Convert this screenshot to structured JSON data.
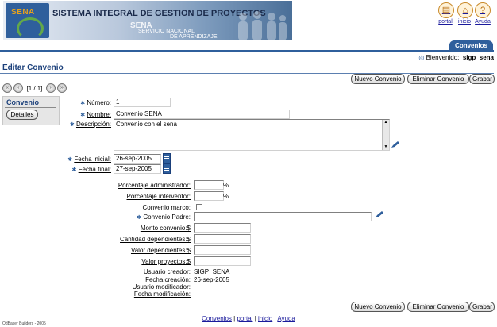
{
  "header": {
    "logo_text": "SENA",
    "app_title": "SISTEMA INTEGRAL DE GESTION DE PROYECTOS",
    "sub_brand": "SENA",
    "sub_line1": "SERVICIO NACIONAL",
    "sub_line2": "DE APRENDIZAJE",
    "top_links": [
      {
        "label": "portal",
        "icon": "book-icon"
      },
      {
        "label": "inicio",
        "icon": "home-icon"
      },
      {
        "label": "Ayuda",
        "icon": "help-icon"
      }
    ]
  },
  "tab": {
    "label": "Convenios"
  },
  "user": {
    "welcome_label": "Bienvenido:",
    "username": "sigp_sena"
  },
  "page": {
    "title": "Editar Convenio"
  },
  "toolbar": {
    "new_label": "Nuevo Convenio",
    "delete_label": "Eliminar Convenio",
    "save_label": "Grabar"
  },
  "navigator": {
    "position": "[1 / 1]"
  },
  "side": {
    "title": "Convenio",
    "details_label": "Detalles"
  },
  "form": {
    "numero": {
      "label": "Número:",
      "value": "1"
    },
    "nombre": {
      "label": "Nombre:",
      "value": "Convenio SENA"
    },
    "descripcion": {
      "label": "Descripción:",
      "value": "Convenio con el sena"
    },
    "fecha_inicial": {
      "label": "Fecha inicial:",
      "value": "26-sep-2005"
    },
    "fecha_final": {
      "label": "Fecha final:",
      "value": "27-sep-2005"
    },
    "porc_admin": {
      "label": "Porcentaje administrador:",
      "value": "",
      "unit": "%"
    },
    "porc_interv": {
      "label": "Porcentaje interventor:",
      "value": "",
      "unit": "%"
    },
    "convenio_marco": {
      "label": "Convenio marco:",
      "checked": false
    },
    "convenio_padre": {
      "label": "Convenio Padre:",
      "value": ""
    },
    "monto": {
      "label": "Monto convenio:$",
      "value": ""
    },
    "cant_dep": {
      "label": "Cantidad dependientes:$",
      "value": ""
    },
    "valor_dep": {
      "label": "Valor dependientes:$",
      "value": ""
    },
    "valor_proy": {
      "label": "Valor proyectos:$",
      "value": ""
    },
    "usuario_creador": {
      "label": "Usuario creador:",
      "value": "SIGP_SENA"
    },
    "fecha_creacion": {
      "label": "Fecha creación:",
      "value": "26-sep-2005"
    },
    "usuario_modificador": {
      "label": "Usuario modificador:",
      "value": ""
    },
    "fecha_modificacion": {
      "label": "Fecha modificación:",
      "value": ""
    }
  },
  "footer": {
    "links": [
      "Convenios",
      "portal",
      "inicio",
      "Ayuda"
    ],
    "separator": "|",
    "credit": "OdBaker Builders - 2005"
  },
  "colors": {
    "accent": "#2f5f9c",
    "title": "#1a3f7a",
    "link": "#1a1a9c"
  }
}
